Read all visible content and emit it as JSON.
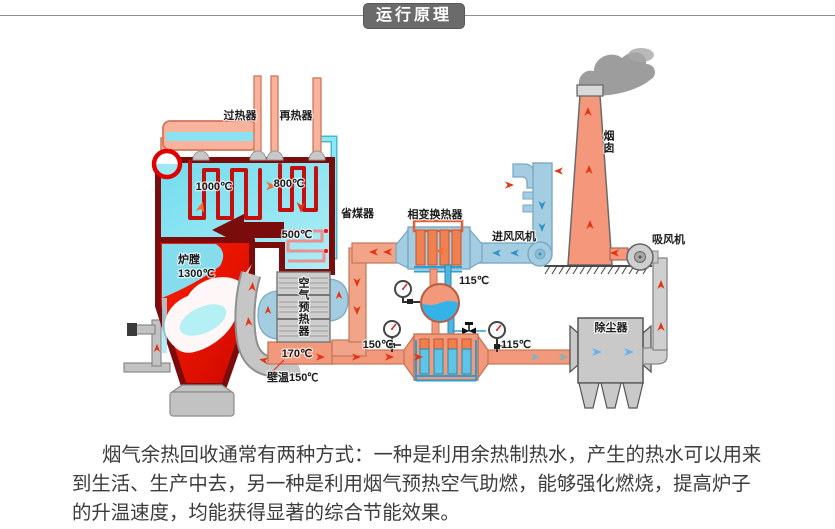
{
  "header": {
    "title": "运行原理"
  },
  "diagram": {
    "boiler": {
      "superheater_label": "过热器",
      "reheater_label": "再热器",
      "economizer_label": "省煤器",
      "temp_superheater": "1000℃",
      "temp_reheater": "800℃",
      "temp_economizer": "500℃",
      "furnace_label": "炉膛",
      "furnace_temp": "1300℃"
    },
    "air_preheater": {
      "label": "空气预热器",
      "outlet_temp": "170℃",
      "wall_temp_label": "壁温150℃"
    },
    "phase_change_hx": {
      "label": "相变换热器",
      "water_temp": "115℃"
    },
    "flue_gas": {
      "temp_before_hx": "150℃",
      "temp_after_hx": "115℃"
    },
    "fans": {
      "inlet_fan_label": "进风风机",
      "suction_fan_label": "吸风机"
    },
    "chimney_label": "烟囱",
    "dust_collector_label": "除尘器",
    "colors": {
      "hot_flue_pipe": "#f2997b",
      "cold_air_duct": "#a5cde2",
      "boiler_water": "#7fe0ef",
      "boiler_wall": "#7a0c0c",
      "flame_red": "#e81505"
    }
  },
  "description": {
    "text": "烟气余热回收通常有两种方式：一种是利用余热制热水，产生的热水可以用来到生活、生产中去，另一种是利用烟气预热空气助燃，能够强化燃烧，提高炉子的升温速度，均能获得显著的综合节能效果。"
  }
}
